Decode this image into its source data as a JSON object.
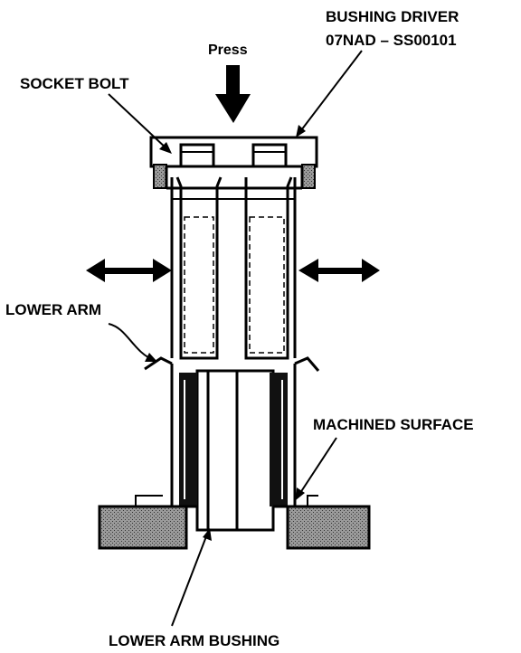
{
  "labels": {
    "bushing_driver": "BUSHING DRIVER",
    "tool_number": "07NAD – SS00101",
    "press": "Press",
    "socket_bolt": "SOCKET BOLT",
    "lower_arm": "LOWER ARM",
    "machined_surface": "MACHINED SURFACE",
    "lower_arm_bushing": "LOWER ARM BUSHING"
  },
  "colors": {
    "line": "#000000",
    "background": "#ffffff",
    "block_fill": "#8a8a8a"
  }
}
